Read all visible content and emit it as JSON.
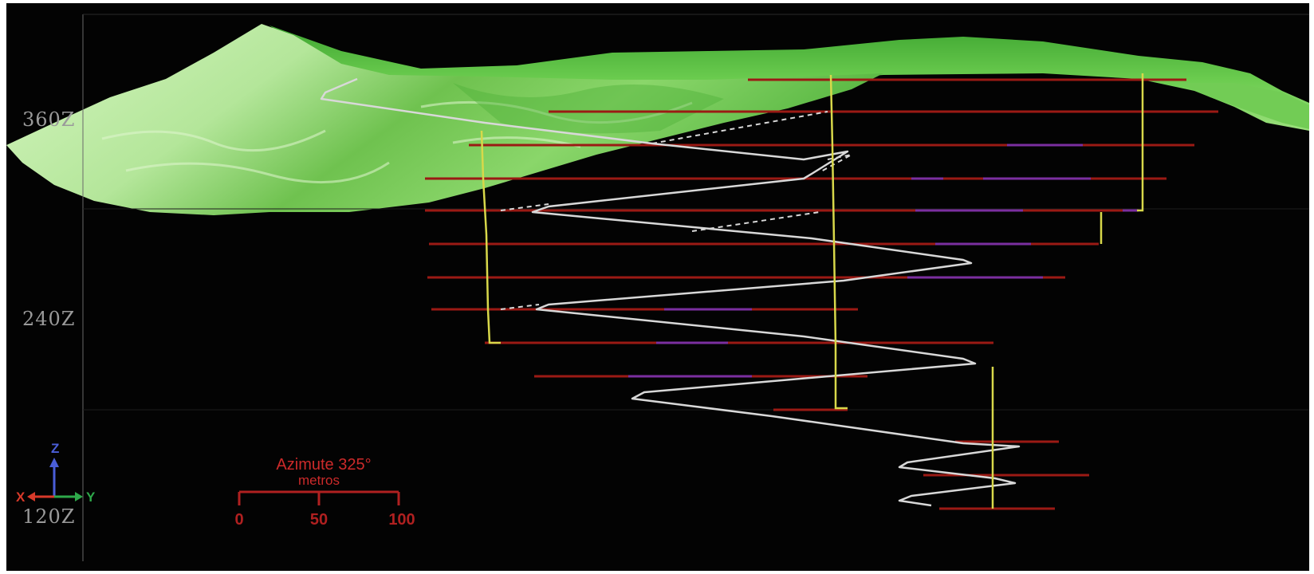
{
  "elevation_labels": [
    "360Z",
    "240Z",
    "120Z"
  ],
  "scale_bar": {
    "title": "Azimute 325°",
    "unit": "metros",
    "ticks": [
      "0",
      "50",
      "100"
    ]
  },
  "axis_triad": {
    "z": "Z",
    "x": "X",
    "y": "Y"
  },
  "colors": {
    "background": "#030303",
    "terrain_light": "#bfeaa6",
    "terrain_mid": "#7fd160",
    "terrain_dark": "#3fa832",
    "section_lines": "#9b1a14",
    "highlight_intervals": "#7b2fa0",
    "drillholes": "#d8d84a",
    "zigzag_path": "#d8d8d8",
    "scale_bar": "#b02020",
    "axis_z": "#4a5ed8",
    "axis_x": "#d83a2a",
    "axis_y": "#2ea84a"
  }
}
